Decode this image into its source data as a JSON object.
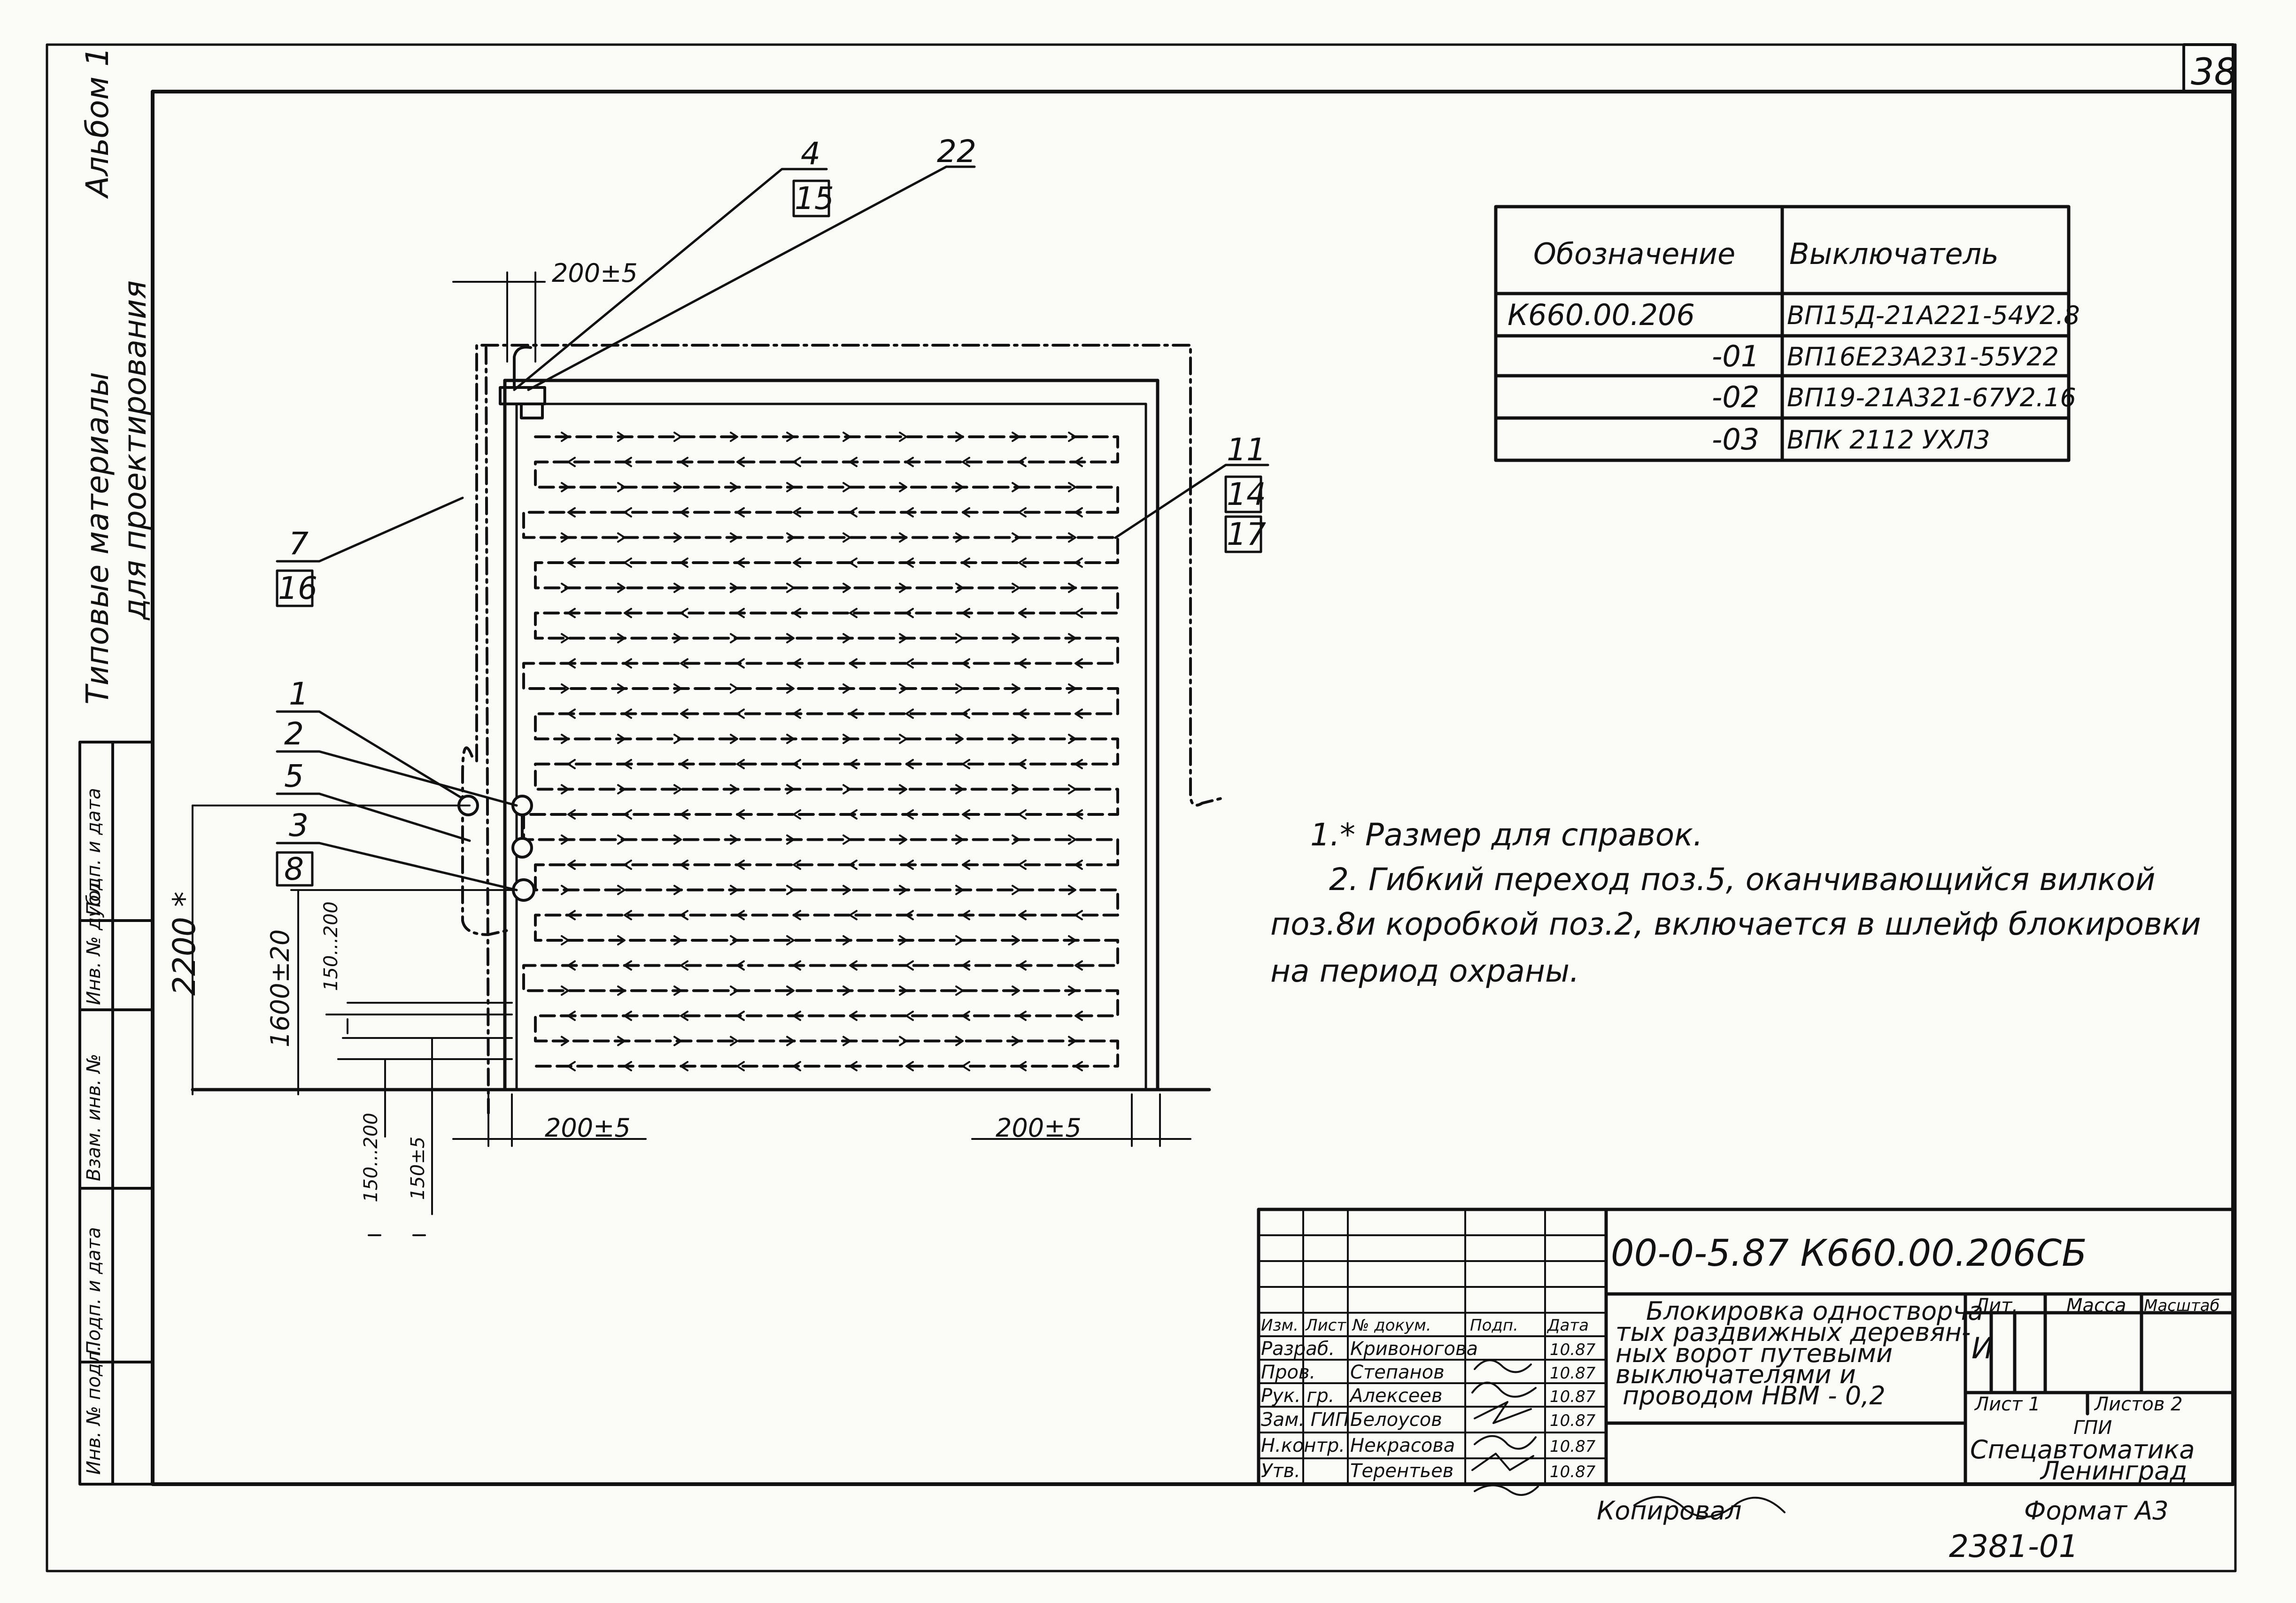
{
  "sheet": {
    "number": "38",
    "copied_label": "Копировал",
    "format": "Формат А3",
    "bottom_code": "2381-01"
  },
  "left_margin": {
    "album_line1": "Типовые материалы",
    "album_line2": "для проектирования",
    "album_no": "Альбом 1",
    "stamp_fields": [
      "Инв. № подл.",
      "Подп. и дата",
      "Взам. инв. №",
      "Инв. № дубл.",
      "Подп. и дата"
    ]
  },
  "variant_table": {
    "headers": [
      "Обозначение",
      "Выключатель"
    ],
    "rows": [
      [
        "К660.00.206",
        "ВП15Д-21А221-54У2.8"
      ],
      [
        "-01",
        "ВП16Е23А231-55У22"
      ],
      [
        "-02",
        "ВП19-21А321-67У2.16"
      ],
      [
        "-03",
        "ВПК 2112 УХЛ3"
      ]
    ]
  },
  "callouts": [
    {
      "id": "4",
      "sub": "15"
    },
    {
      "id": "22"
    },
    {
      "id": "11",
      "sub": "14",
      "sub2": "17"
    },
    {
      "id": "7",
      "sub": "16"
    },
    {
      "id": "1"
    },
    {
      "id": "2"
    },
    {
      "id": "5"
    },
    {
      "id": "3",
      "sub": "8"
    }
  ],
  "dimensions": {
    "top": "200±5",
    "bottom_left": "200±5",
    "bottom_right": "200±5",
    "height_total": "2200 *",
    "height_1600": "1600±20",
    "range_150_200_a": "150...200",
    "range_150_200_b": "150...200",
    "offset_150": "150±5"
  },
  "notes": [
    "1.* Размер для справок.",
    "2. Гибкий переход поз.5, оканчивающийся вилкой",
    "поз.8и коробкой поз.2, включается в шлейф блокировки",
    "на период охраны."
  ],
  "title_block": {
    "doc_code": "00-0-5.87  К660.00.206СБ",
    "title_lines": [
      "Блокировка одностворча-",
      "тых раздвижных деревян-",
      "ных ворот путевыми",
      "выключателями и",
      "проводом НВМ - 0,2"
    ],
    "col_headers": [
      "Изм.",
      "Лист",
      "№ докум.",
      "Подп.",
      "Дата"
    ],
    "roles": [
      {
        "role": "Разраб.",
        "name": "Кривоногова",
        "date": "10.87"
      },
      {
        "role": "Пров.",
        "name": "Степанов",
        "date": "10.87"
      },
      {
        "role": "Рук. гр.",
        "name": "Алексеев",
        "date": "10.87"
      },
      {
        "role": "Зам. ГИП",
        "name": "Белоусов",
        "date": "10.87"
      },
      {
        "role": "Н.контр.",
        "name": "Некрасова",
        "date": "10.87"
      },
      {
        "role": "Утв.",
        "name": "Терентьев",
        "date": "10.87"
      }
    ],
    "lit_header": "Лит.",
    "mass_header": "Масса",
    "scale_header": "Масштаб",
    "lit_value": "И",
    "sheet": "Лист 1",
    "sheets": "Листов 2",
    "org_line1": "ГПИ",
    "org_line2": "Спецавтоматика",
    "org_line3": "Ленинград"
  }
}
